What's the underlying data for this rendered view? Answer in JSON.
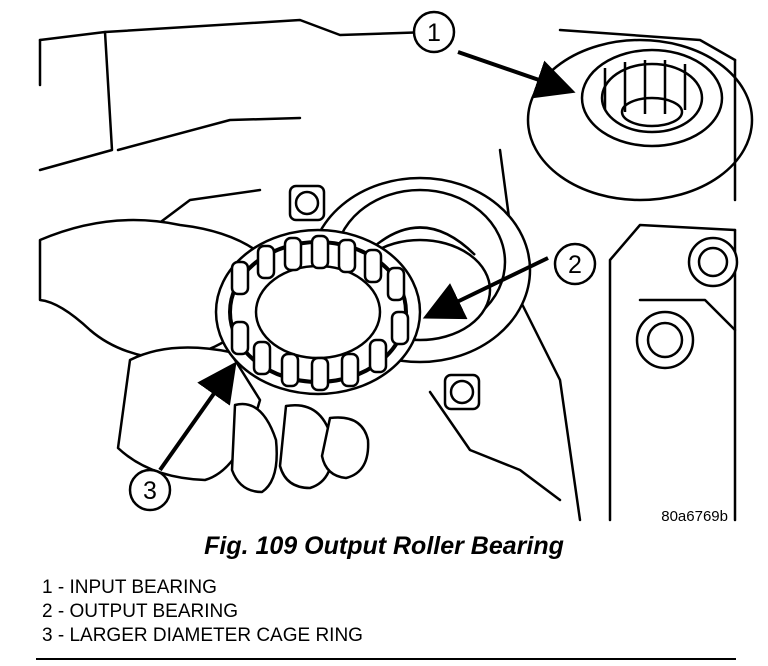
{
  "figure": {
    "code": "80a6769b",
    "callouts": [
      {
        "number": "1"
      },
      {
        "number": "2"
      },
      {
        "number": "3"
      }
    ]
  },
  "caption": "Fig. 109 Output Roller Bearing",
  "legend": [
    {
      "text": "1 - INPUT BEARING"
    },
    {
      "text": "2 - OUTPUT BEARING"
    },
    {
      "text": "3 - LARGER DIAMETER CAGE RING"
    }
  ]
}
